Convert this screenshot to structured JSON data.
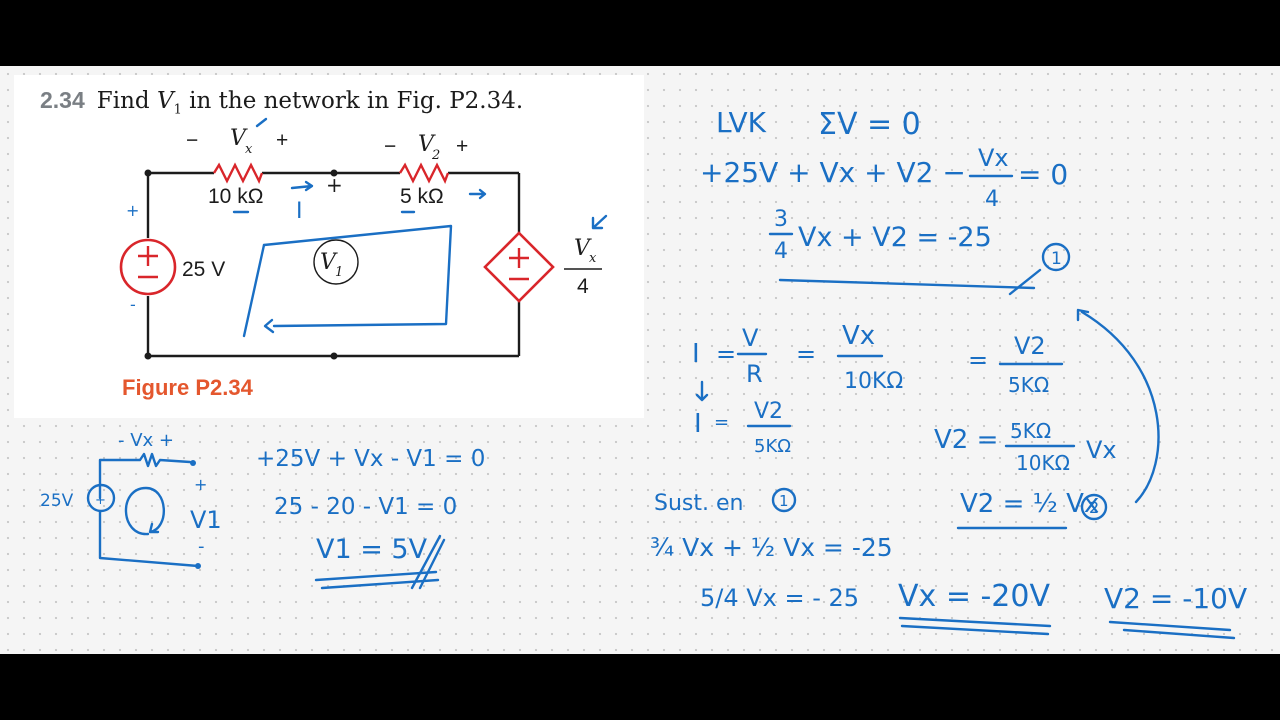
{
  "problem": {
    "number": "2.34",
    "text_before": "Find ",
    "variable": "V",
    "variable_sub": "1",
    "text_after": " in the network in Fig. P2.34."
  },
  "figure": {
    "caption": "Figure P2.34",
    "vx_minus": "−",
    "vx_label": "V",
    "vx_sub": "x",
    "vx_plus": "+",
    "v2_minus": "−",
    "v2_label": "V",
    "v2_sub": "2",
    "v2_plus": "+",
    "r1_value": "10 kΩ",
    "r2_value": "5 kΩ",
    "source_value": "25 V",
    "v1_label": "V",
    "v1_sub": "1",
    "dep_num_label": "V",
    "dep_num_sub": "x",
    "dep_den": "4"
  },
  "annotations": {
    "current_label": "I",
    "plus_node": "+",
    "plus_source": "+",
    "minus_source": "-"
  },
  "kvl": {
    "line1_a": "LVK",
    "line1_b": "ΣV = 0",
    "line2": "+25V + Vx + V2 −",
    "line2_frac_num": "Vx",
    "line2_frac_den": "4",
    "line2_end": "= 0",
    "line3_frac_num": "3",
    "line3_frac_den": "4",
    "line3": "Vx + V2 = -25",
    "eq_marker": "1"
  },
  "ohm": {
    "I": "I",
    "eq": "=",
    "v": "V",
    "r": "R",
    "vx": "Vx",
    "r1": "10KΩ",
    "v2": "V2",
    "r2": "5KΩ",
    "I_second": "I",
    "v2_second": "V2",
    "r2_second": "5KΩ",
    "v2_relation_lhs": "V2 =",
    "v2_relation_num": "5KΩ",
    "v2_relation_den": "10KΩ",
    "v2_relation_rhs": "Vx",
    "v2_half": "V2 = ½ Vx",
    "eq_marker_2": "2"
  },
  "substitution": {
    "label": "Sust. en",
    "marker": "1",
    "line1": "¾ Vx + ½ Vx = -25",
    "line2": "5/4 Vx = - 25",
    "result_vx": "Vx = -20V",
    "result_v2": "V2 = -10V"
  },
  "mini_circuit": {
    "vx_label": "- Vx +",
    "source": "25V",
    "plus": "+",
    "v1": "V1",
    "minus": "-"
  },
  "left_solution": {
    "line1": "+25V + Vx - V1 = 0",
    "line2": "25 - 20 - V1 = 0",
    "line3": "V1 = 5V"
  },
  "colors": {
    "ink": "#1a6fc4",
    "figure_red": "#d9262b",
    "caption_orange": "#e4572e",
    "wire": "#1c1c1c"
  }
}
